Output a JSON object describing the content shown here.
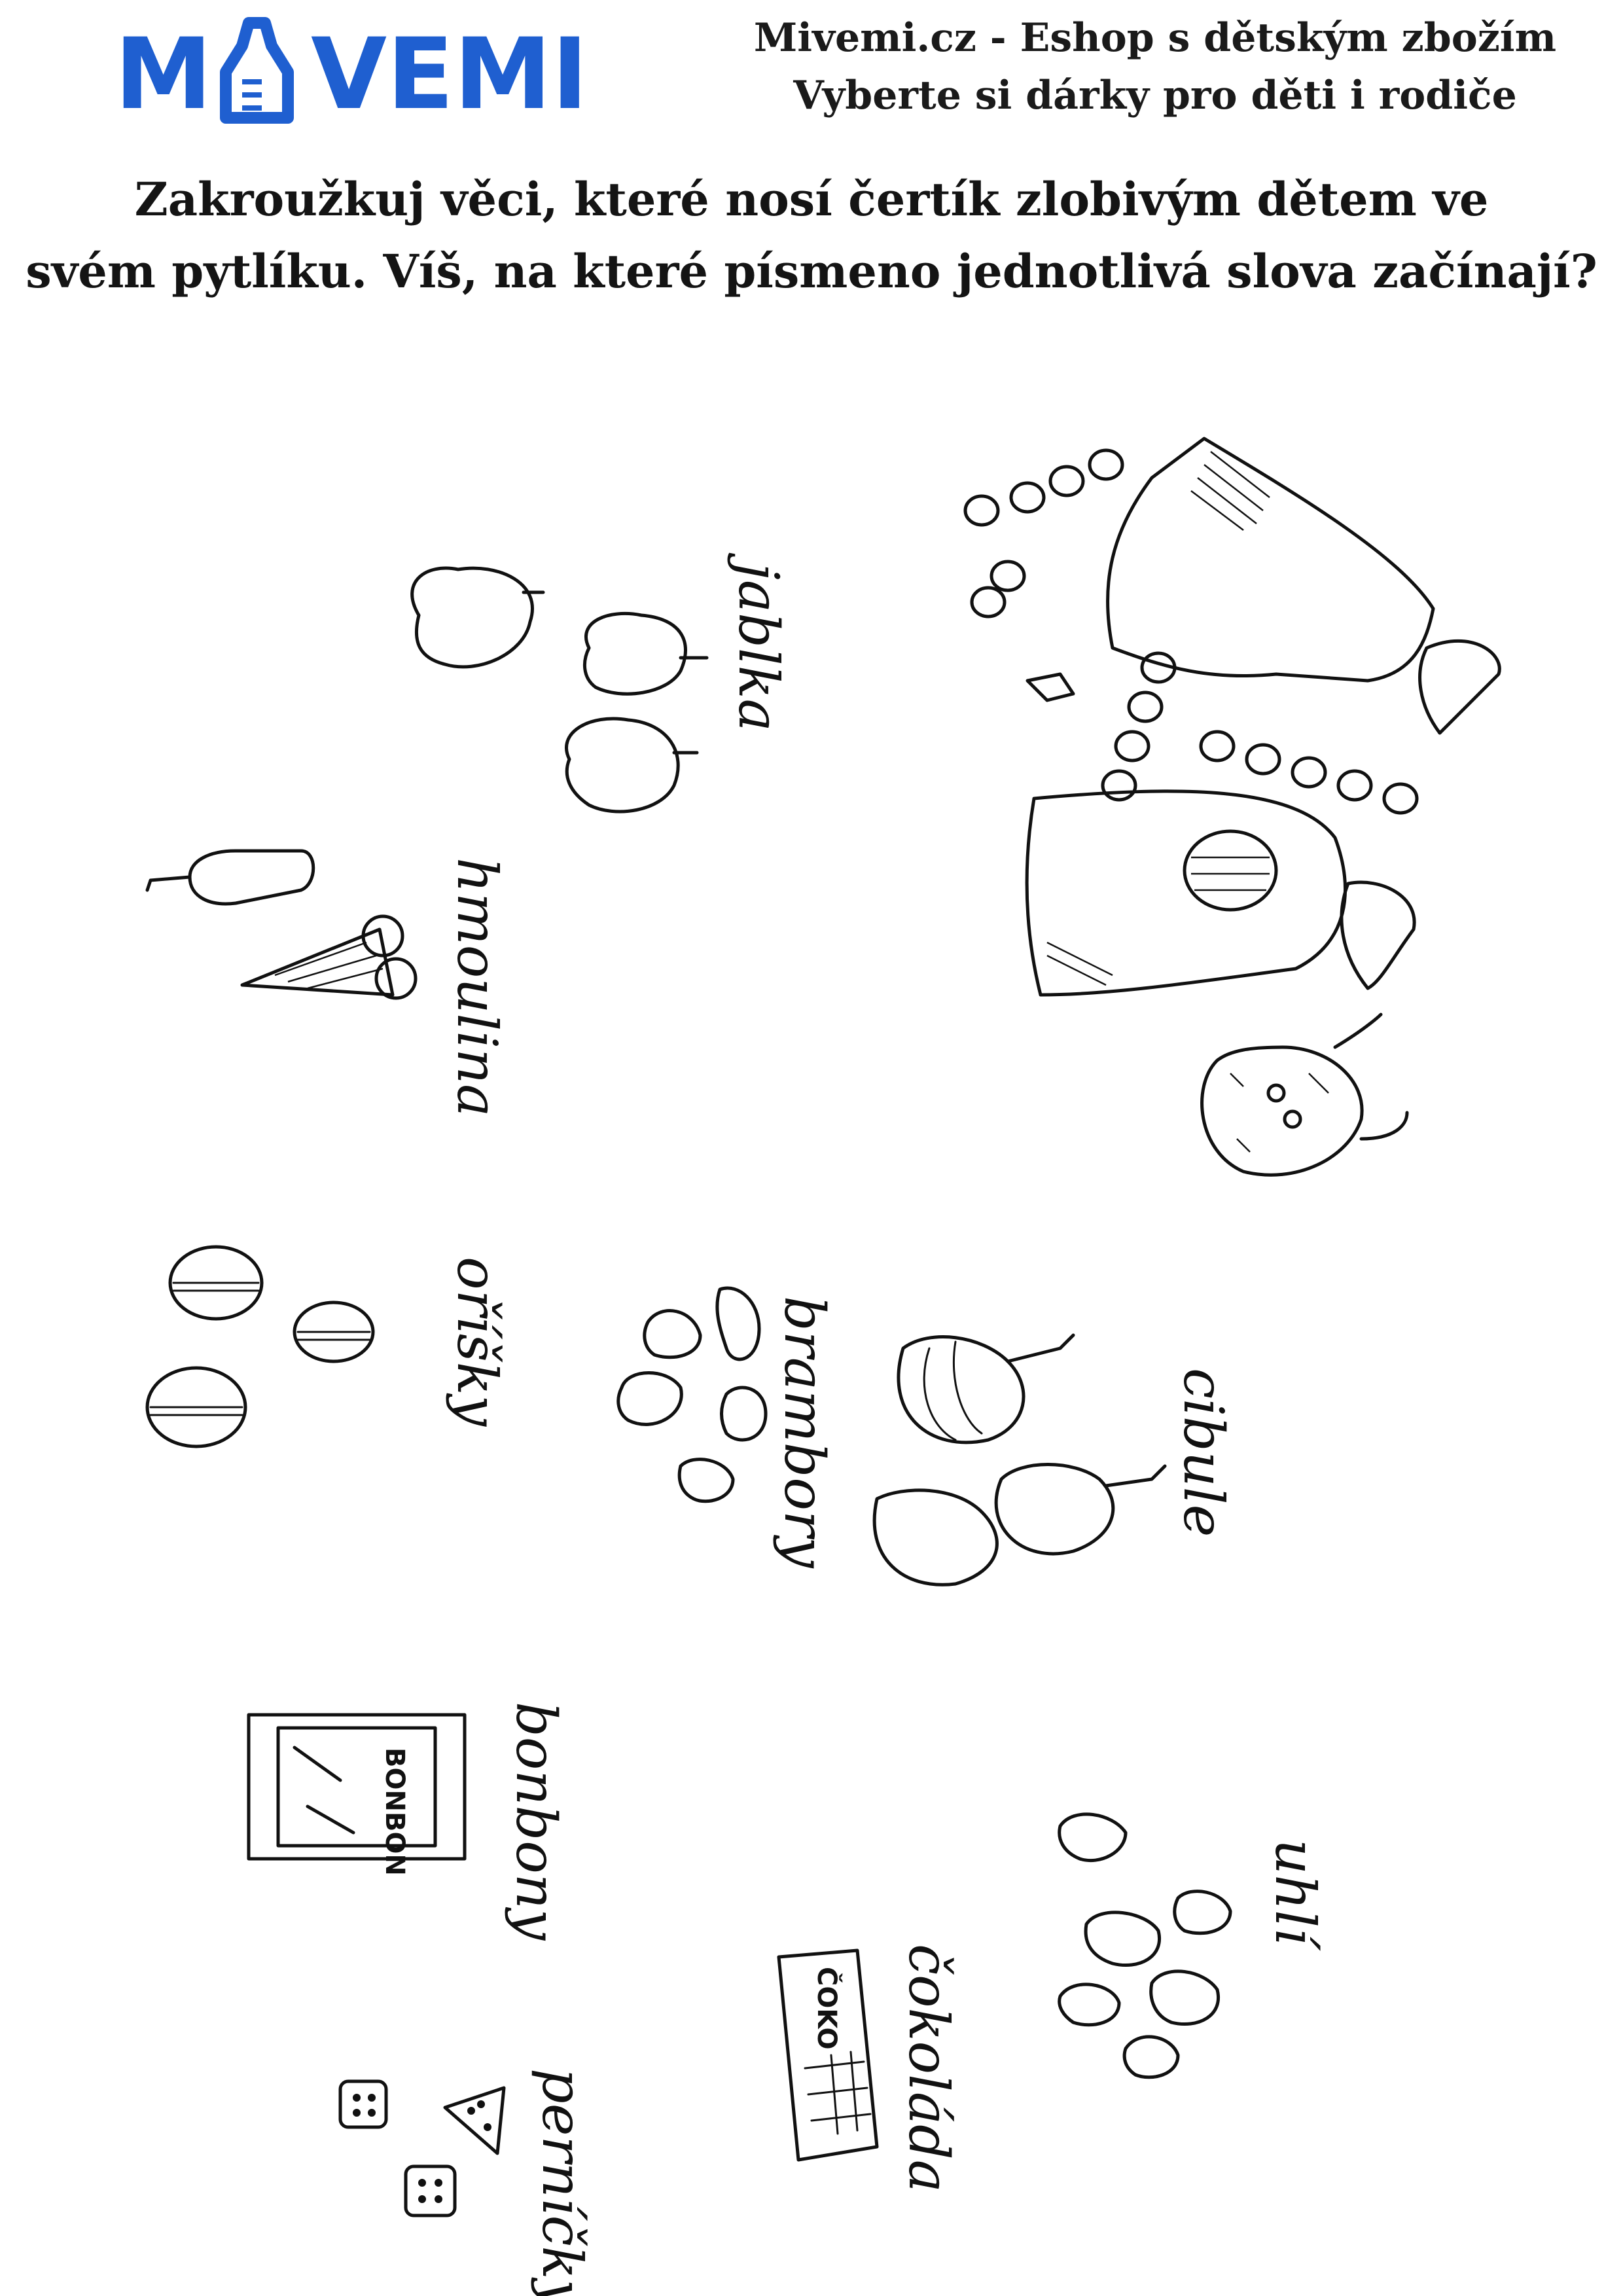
{
  "header": {
    "logo_text": "MAVEMI",
    "shop_line1": "Mivemi.cz - Eshop s dětským zbožím",
    "shop_line2": "Vyberte si dárky pro děti i rodiče"
  },
  "task": {
    "line1": "Zakroužkuj věci, které nosí čertík zlobivým dětem ve",
    "line2": "svém pytlíku. Víš, na které písmeno jednotlivá slova začínají?"
  },
  "items": {
    "jablka": "jablka",
    "hmouha": "hmoulina",
    "oricky": "oříšky",
    "brambory": "brambory",
    "cibule": "cibule",
    "bonbony": "bonbony",
    "uhli": "uhlí",
    "cokolada": "čokoláda",
    "pernicky": "perníčky"
  },
  "labels": {
    "bonbon_box": "BONBON",
    "choco_bar": "ČOKO"
  },
  "icons": [
    "apple-icon",
    "sausage-icon",
    "ice-cream-icon",
    "walnut-icon",
    "potato-icon",
    "onion-icon",
    "candy-box-icon",
    "gingerbread-icon",
    "chocolate-icon",
    "coal-icon",
    "sack-icon",
    "devil-icon",
    "chain-icon"
  ]
}
